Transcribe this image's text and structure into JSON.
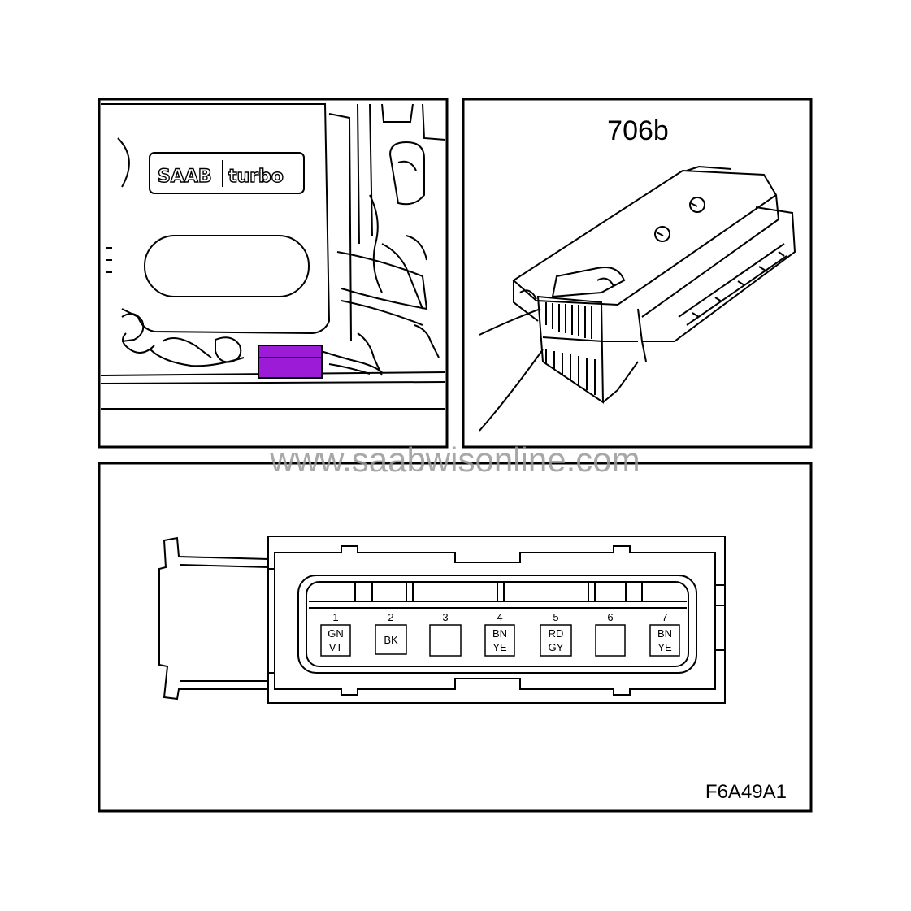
{
  "logo": {
    "brand": "SAAB",
    "model": "turbo"
  },
  "connector": {
    "id": "706b",
    "pins": [
      {
        "number": "1",
        "colors": [
          "GN",
          "VT"
        ]
      },
      {
        "number": "2",
        "colors": [
          "BK"
        ]
      },
      {
        "number": "3",
        "colors": []
      },
      {
        "number": "4",
        "colors": [
          "BN",
          "YE"
        ]
      },
      {
        "number": "5",
        "colors": [
          "RD",
          "GY"
        ]
      },
      {
        "number": "6",
        "colors": []
      },
      {
        "number": "7",
        "colors": [
          "BN",
          "YE"
        ]
      }
    ]
  },
  "figure_code": "F6A49A1",
  "watermark": "www.saabwisonline.com",
  "colors": {
    "highlight": "#9b1bd6"
  }
}
